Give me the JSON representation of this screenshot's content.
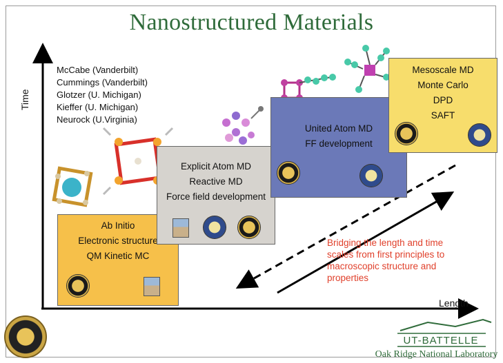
{
  "title": "Nanostructured Materials",
  "authors": [
    "McCabe (Vanderbilt)",
    "Cummings (Vanderbilt)",
    "Glotzer (U. Michigan)",
    "Kieffer (U. Michigan)",
    "Neurock (U.Virginia)"
  ],
  "axes": {
    "y_label": "Time",
    "x_label": "Length"
  },
  "boxes": [
    {
      "lines": [
        "Ab Initio",
        "Electronic structure",
        "QM Kinetic MC"
      ],
      "color": "#f6c04a"
    },
    {
      "lines": [
        "Explicit Atom MD",
        "Reactive MD",
        "Force field development"
      ],
      "color": "#d6d3ce"
    },
    {
      "lines": [
        "United Atom MD",
        "FF development"
      ],
      "color": "#6b79b8"
    },
    {
      "lines": [
        "Mesoscale MD",
        "Monte Carlo",
        "DPD",
        "SAFT"
      ],
      "color": "#f7dd6c"
    }
  ],
  "callout": {
    "lines": [
      "Bridging the length and time",
      "scales from first principles to",
      "macroscopic structure and",
      "properties"
    ],
    "color": "#e0402b"
  },
  "footer": {
    "logo_text": "UT-BATTELLE",
    "lab_text": "Oak Ridge National Laboratory"
  },
  "colors": {
    "title": "#2f6b3a",
    "accent": "#2f6b3a"
  }
}
